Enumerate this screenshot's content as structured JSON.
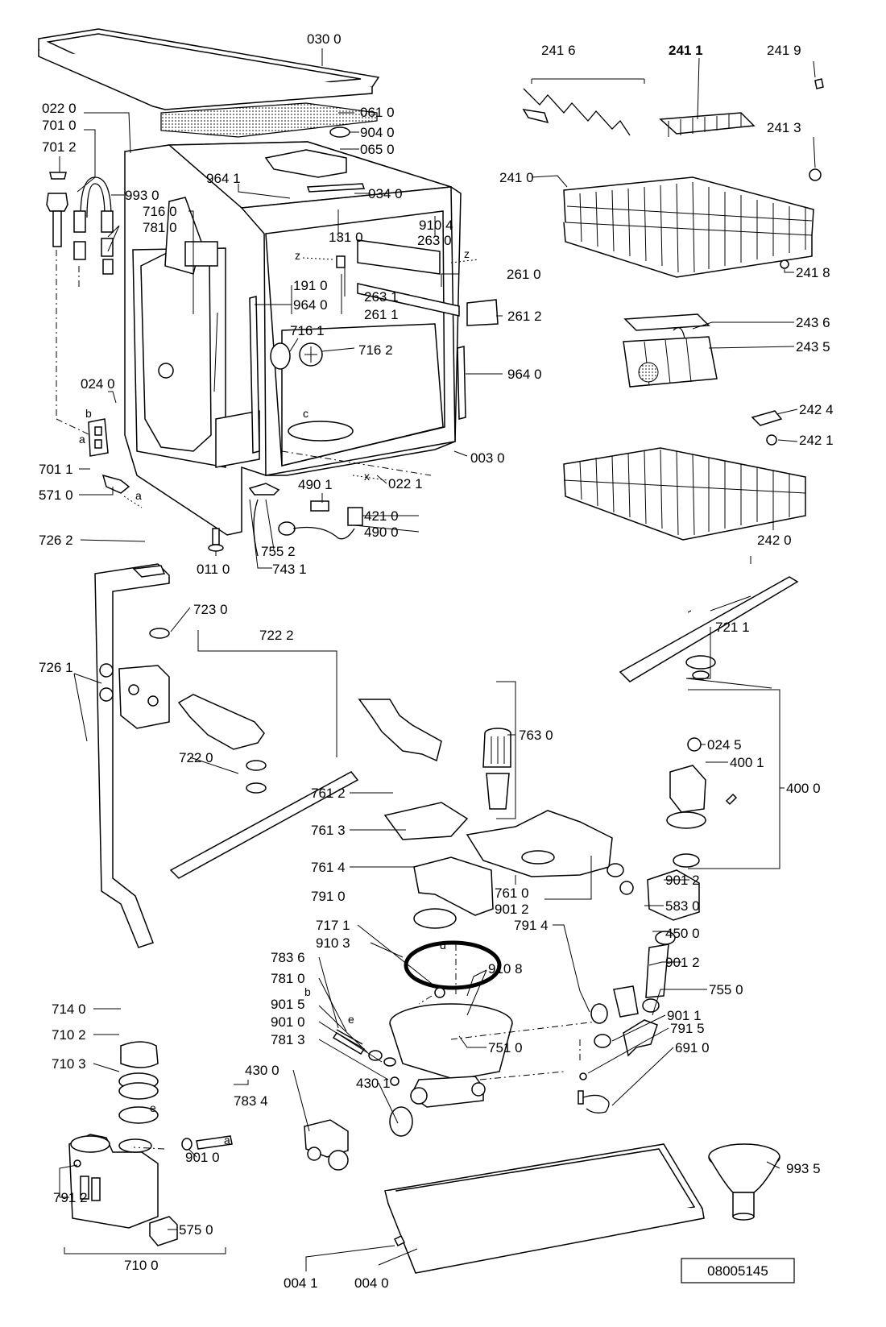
{
  "diagram_id": "08005145",
  "labels": {
    "p0300": "030 0",
    "p0220": "022 0",
    "p7010": "701 0",
    "p7012": "701 2",
    "p0610": "061 0",
    "p9040": "904 0",
    "p0650": "065 0",
    "p9641a": "964 1",
    "p0340": "034 0",
    "p9930": "993 0",
    "p7160": "716 0",
    "p7810a": "781 0",
    "p9104": "910 4",
    "p1310": "131 0",
    "p2630": "263 0",
    "p2610": "261 0",
    "p1910": "191 0",
    "p9640a": "964 0",
    "p2631": "263 1",
    "p2611": "261 1",
    "p2612": "261 2",
    "p7161": "716 1",
    "p7162": "716 2",
    "p9640b": "964 0",
    "p0240": "024 0",
    "p0030": "003 0",
    "p7011": "701 1",
    "p5710": "571 0",
    "p4901": "490 1",
    "p0221": "022 1",
    "p4210": "421 0",
    "p4900": "490 0",
    "p7262": "726 2",
    "p0110": "011 0",
    "p7552": "755 2",
    "p7431": "743 1",
    "p2416": "241 6",
    "p2411": "241 1",
    "p2419": "241 9",
    "p2413": "241 3",
    "p2410": "241 0",
    "p2418": "241 8",
    "p2436": "243 6",
    "p2435": "243 5",
    "p2424": "242 4",
    "p2421": "242 1",
    "p2420": "242 0",
    "p7230": "723 0",
    "p7222": "722 2",
    "p7261": "726 1",
    "p7220": "722 0",
    "p7211": "721 1",
    "p0245": "024 5",
    "p4001": "400 1",
    "p4000": "400 0",
    "p7630": "763 0",
    "p7612": "761 2",
    "p7613": "761 3",
    "p7614": "761 4",
    "p7610": "761 0",
    "p9012a": "901 2",
    "p9012b": "901 2",
    "p7910": "791 0",
    "p7914": "791 4",
    "p5830": "583 0",
    "p4500": "450 0",
    "p9012c": "901 2",
    "p7171": "717 1",
    "p9103": "910 3",
    "p9108": "910 8",
    "p7836": "783 6",
    "p7810b": "781 0",
    "p9015": "901 5",
    "p9010a": "901 0",
    "p7813": "781 3",
    "p7550": "755 0",
    "p9011": "901 1",
    "p7915": "791 5",
    "p6910": "691 0",
    "p7510": "751 0",
    "p7140": "714 0",
    "p7102": "710 2",
    "p7103": "710 3",
    "p4300": "430 0",
    "p4301": "430 1",
    "p7834": "783 4",
    "p9010b": "901 0",
    "p7912": "791 2",
    "p5750": "575 0",
    "p7100": "710 0",
    "p9935": "993 5",
    "p0041": "004 1",
    "p0040": "004 0"
  },
  "letters": {
    "z1": "z",
    "z2": "z",
    "c": "c",
    "x": "x",
    "b1": "b",
    "a1": "a",
    "a2": "a",
    "d": "d",
    "e1": "e",
    "b2": "b",
    "e2": "e",
    "a3": "a"
  }
}
